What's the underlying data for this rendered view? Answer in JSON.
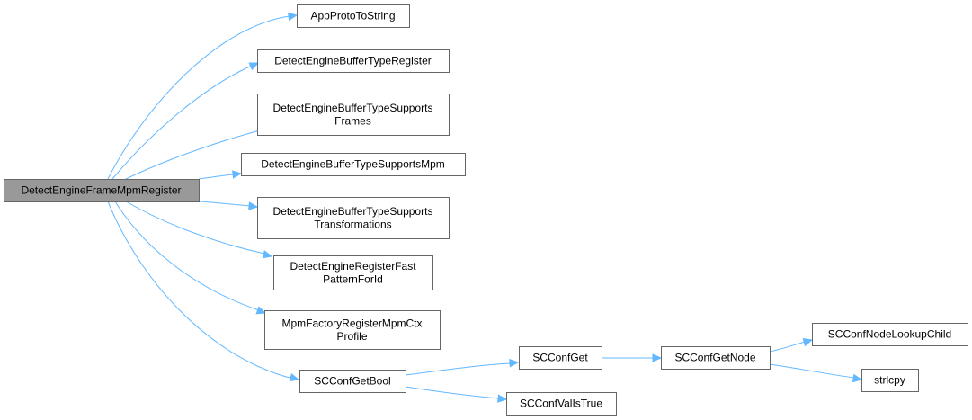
{
  "diagram": {
    "type": "call-graph",
    "colors": {
      "edge": "#63b8ff",
      "node_border": "#666666",
      "root_fill": "#999999",
      "node_fill": "#ffffff"
    },
    "nodes": [
      {
        "id": "root",
        "lines": [
          "DetectEngineFrameMpmRegister"
        ],
        "root": true
      },
      {
        "id": "app_proto",
        "lines": [
          "AppProtoToString"
        ]
      },
      {
        "id": "buf_reg",
        "lines": [
          "DetectEngineBufferTypeRegister"
        ]
      },
      {
        "id": "buf_frames",
        "lines": [
          "DetectEngineBufferTypeSupports",
          "Frames"
        ]
      },
      {
        "id": "buf_mpm",
        "lines": [
          "DetectEngineBufferTypeSupportsMpm"
        ]
      },
      {
        "id": "buf_trans",
        "lines": [
          "DetectEngineBufferTypeSupports",
          "Transformations"
        ]
      },
      {
        "id": "reg_fast",
        "lines": [
          "DetectEngineRegisterFast",
          "PatternForId"
        ]
      },
      {
        "id": "mpm_factory",
        "lines": [
          "MpmFactoryRegisterMpmCtx",
          "Profile"
        ]
      },
      {
        "id": "conf_bool",
        "lines": [
          "SCConfGetBool"
        ]
      },
      {
        "id": "conf_get",
        "lines": [
          "SCConfGet"
        ]
      },
      {
        "id": "conf_val",
        "lines": [
          "SCConfValIsTrue"
        ]
      },
      {
        "id": "conf_node",
        "lines": [
          "SCConfGetNode"
        ]
      },
      {
        "id": "lookup_child",
        "lines": [
          "SCConfNodeLookupChild"
        ]
      },
      {
        "id": "strlcpy",
        "lines": [
          "strlcpy"
        ]
      }
    ],
    "edges": [
      {
        "from": "root",
        "to": "app_proto"
      },
      {
        "from": "root",
        "to": "buf_reg"
      },
      {
        "from": "root",
        "to": "buf_frames"
      },
      {
        "from": "root",
        "to": "buf_mpm"
      },
      {
        "from": "root",
        "to": "buf_trans"
      },
      {
        "from": "root",
        "to": "reg_fast"
      },
      {
        "from": "root",
        "to": "mpm_factory"
      },
      {
        "from": "root",
        "to": "conf_bool"
      },
      {
        "from": "conf_bool",
        "to": "conf_get"
      },
      {
        "from": "conf_bool",
        "to": "conf_val"
      },
      {
        "from": "conf_get",
        "to": "conf_node"
      },
      {
        "from": "conf_node",
        "to": "lookup_child"
      },
      {
        "from": "conf_node",
        "to": "strlcpy"
      }
    ]
  }
}
